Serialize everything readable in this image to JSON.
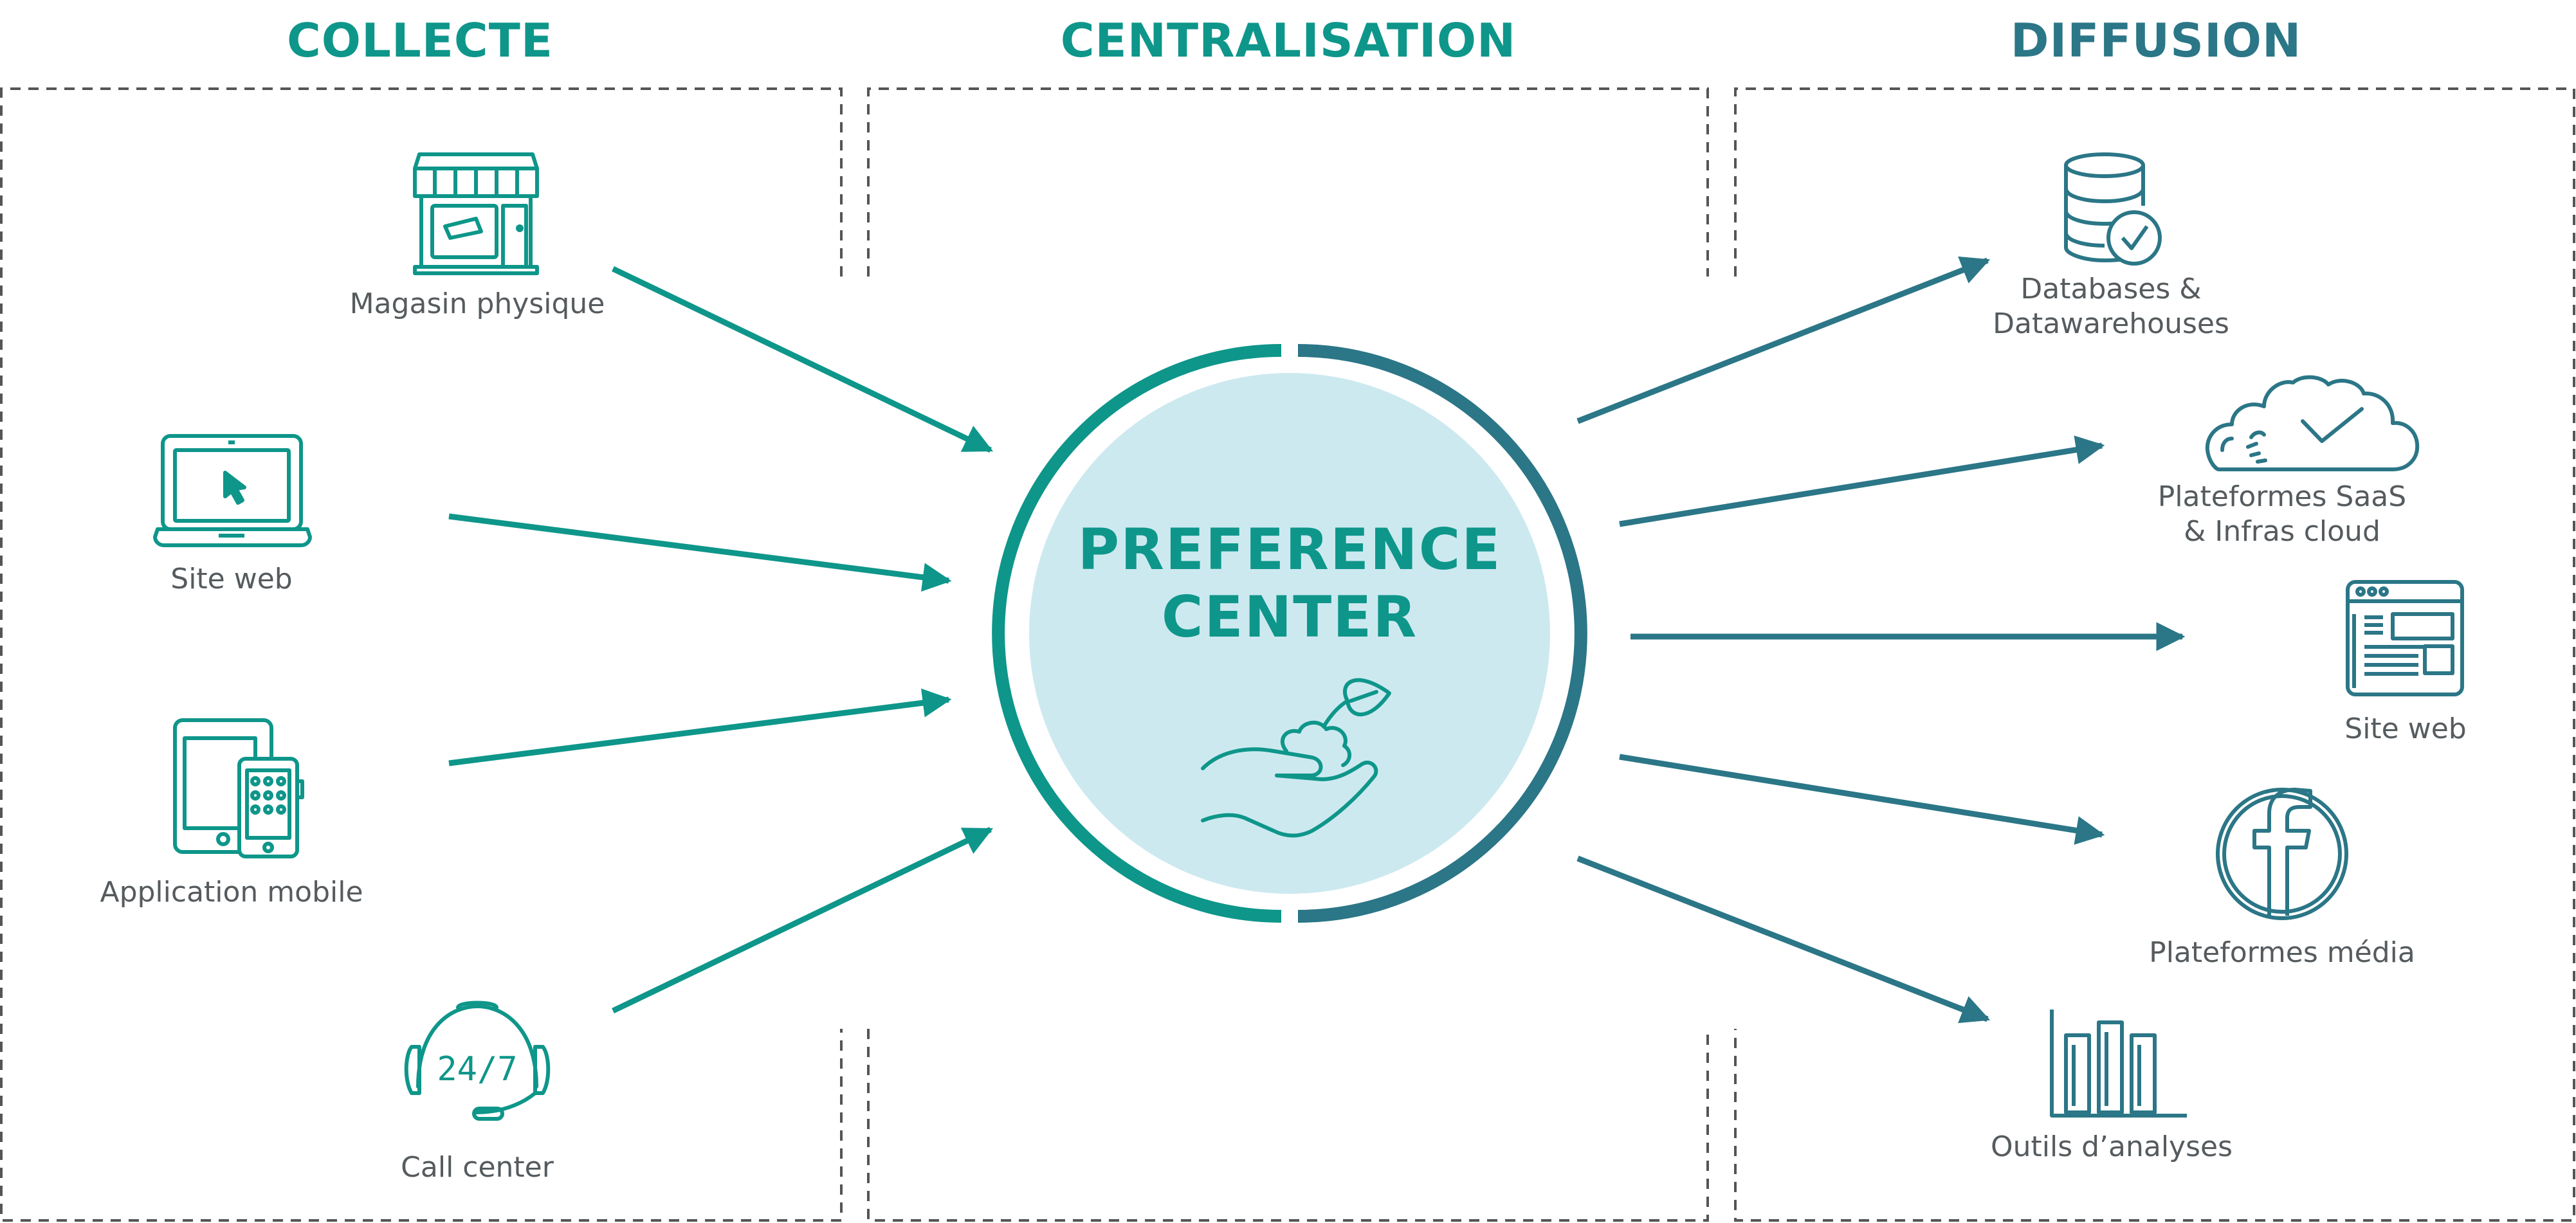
{
  "colors": {
    "teal": "#0e968a",
    "petrol": "#2b7687",
    "circle_fill": "#cde9f0",
    "dash": "#555555",
    "text": "#555b5e"
  },
  "sections": {
    "collecte": "COLLECTE",
    "centralisation": "CENTRALISATION",
    "diffusion": "DIFFUSION"
  },
  "center": {
    "line1": "PREFERENCE",
    "line2": "CENTER",
    "icon": "hand-holding-plant-icon"
  },
  "sources": [
    {
      "label": "Magasin physique",
      "icon": "store-icon"
    },
    {
      "label": "Site web",
      "icon": "laptop-icon"
    },
    {
      "label": "Application mobile",
      "icon": "mobile-devices-icon"
    },
    {
      "label": "Call center",
      "icon": "headset-24-7-icon"
    }
  ],
  "call_center_badge": "24/7",
  "destinations": [
    {
      "label_lines": [
        "Databases &",
        "Datawarehouses"
      ],
      "icon": "database-check-icon"
    },
    {
      "label_lines": [
        "Plateformes SaaS",
        "& Infras cloud"
      ],
      "icon": "cloud-check-icon"
    },
    {
      "label_lines": [
        "Site web"
      ],
      "icon": "browser-window-icon"
    },
    {
      "label_lines": [
        "Plateformes média"
      ],
      "icon": "facebook-icon"
    },
    {
      "label_lines": [
        "Outils d’analyses"
      ],
      "icon": "bar-chart-icon"
    }
  ]
}
